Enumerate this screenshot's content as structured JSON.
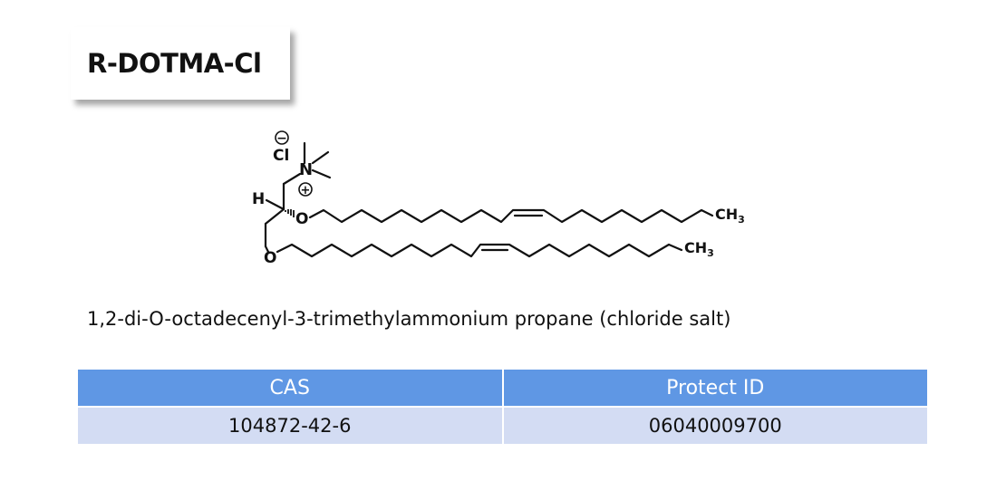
{
  "title": "R-DOTMA-Cl",
  "structure": {
    "labels": {
      "anion_charge": "−",
      "chloride": "Cl",
      "nitrogen": "N",
      "cation_charge": "+",
      "hydrogen": "H",
      "oxygen_upper": "O",
      "oxygen_lower": "O",
      "methyl_upper": "CH",
      "methyl_upper_sub": "3",
      "methyl_lower": "CH",
      "methyl_lower_sub": "3"
    }
  },
  "compound_name": "1,2-di-O-octadecenyl-3-trimethylammonium propane (chloride salt)",
  "table": {
    "headers": [
      "CAS",
      "Protect ID"
    ],
    "rows": [
      [
        "104872-42-6",
        "06040009700"
      ]
    ]
  }
}
